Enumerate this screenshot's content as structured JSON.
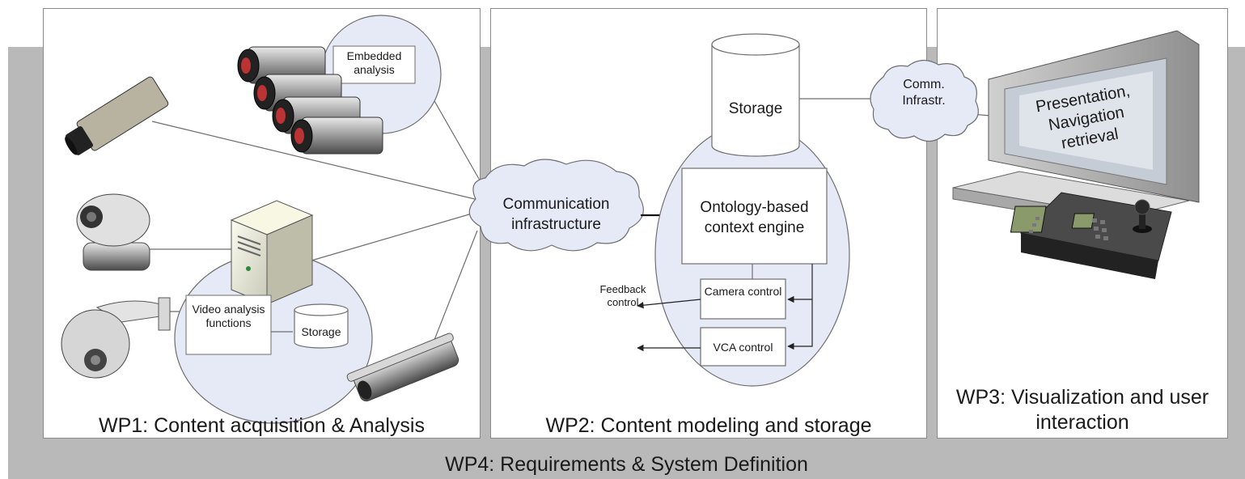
{
  "wp1": {
    "title": "WP1: Content acquisition & Analysis",
    "embedded_analysis": "Embedded analysis",
    "video_analysis_functions": "Video analysis functions",
    "storage": "Storage"
  },
  "wp2": {
    "title": "WP2: Content modeling and storage",
    "communication_infrastructure": "Communication infrastructure",
    "storage": "Storage",
    "ontology_engine": "Ontology-based context engine",
    "camera_control": "Camera control",
    "vca_control": "VCA control",
    "feedback_control": "Feedback control"
  },
  "wp3": {
    "title": "WP3: Visualization and user interaction",
    "comm_infrastr": "Comm. Infrastr.",
    "screen_text": "Presentation, Navigation retrieval"
  },
  "wp4": {
    "title": "WP4: Requirements & System Definition"
  },
  "colors": {
    "band": "#b9b9b9",
    "bubble": "#e6eaf7",
    "outline": "#6e6e6e"
  }
}
